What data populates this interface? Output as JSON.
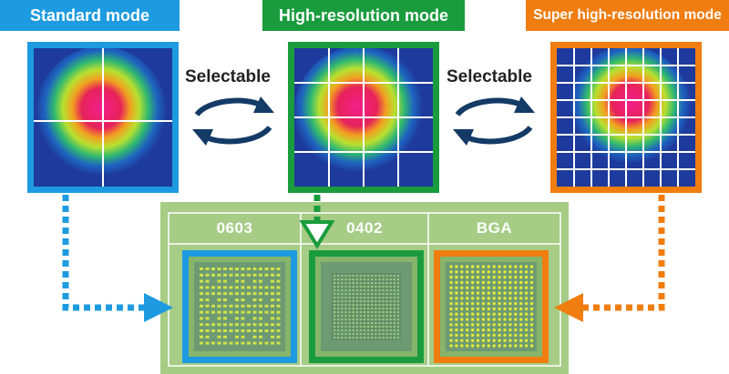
{
  "modes": {
    "standard": {
      "label": "Standard mode"
    },
    "high": {
      "label": "High-resolution mode"
    },
    "super": {
      "label": "Super high-resolution mode"
    }
  },
  "selectable_label": "Selectable",
  "table": {
    "headers": [
      "0603",
      "0402",
      "BGA"
    ]
  },
  "colors": {
    "standard": "#1e9be0",
    "high": "#1a9c3e",
    "super": "#f07d10",
    "panel": "#a6cc86",
    "arrow": "#143a66"
  }
}
